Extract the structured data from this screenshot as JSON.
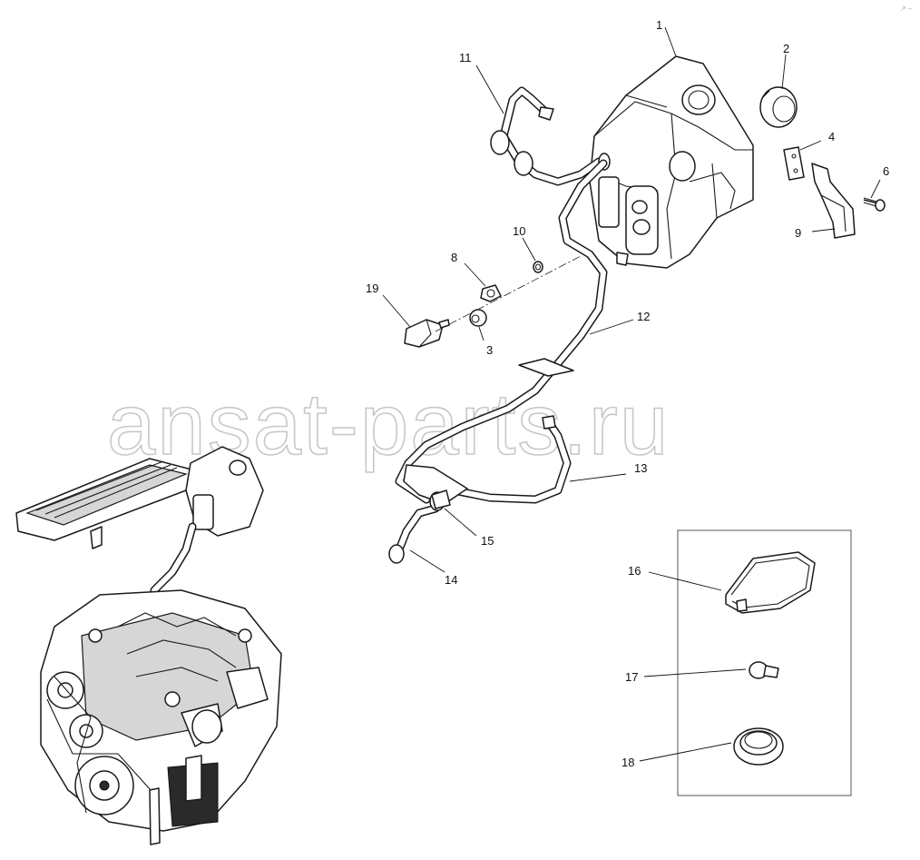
{
  "watermark": "ansat-parts.ru",
  "corner_mark": "↗ –",
  "callouts": {
    "p1": "1",
    "p2": "2",
    "p3": "3",
    "p4": "4",
    "p6": "6",
    "p8": "8",
    "p9": "9",
    "p10": "10",
    "p11": "11",
    "p12": "12",
    "p13": "13",
    "p14": "14",
    "p15": "15",
    "p16": "16",
    "p17": "17",
    "p18": "18",
    "p19": "19"
  },
  "colors": {
    "line": "#1a1a1a",
    "watermark": "#c8c8c8",
    "background": "#ffffff"
  }
}
